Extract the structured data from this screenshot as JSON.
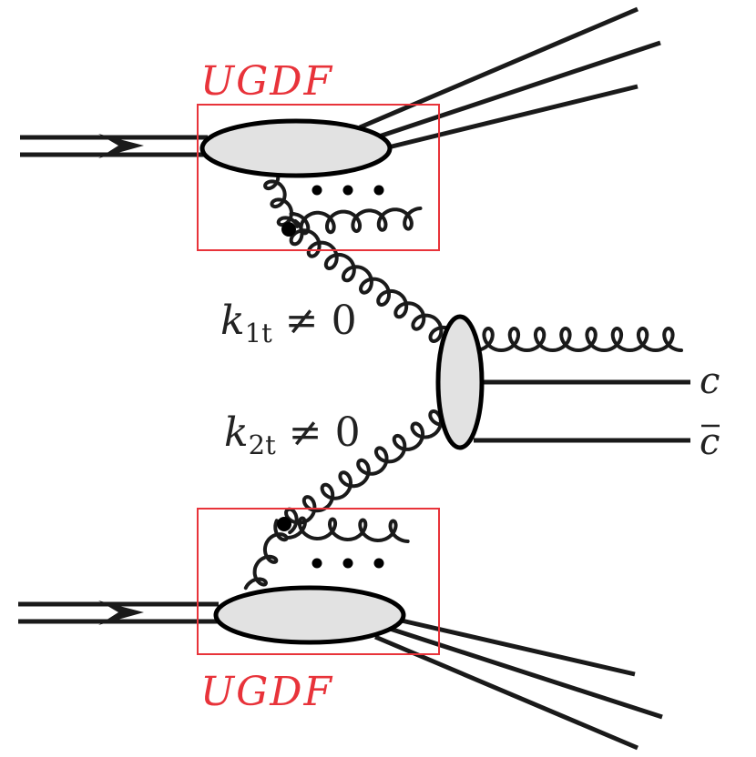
{
  "top_box_label": "UGDF",
  "bottom_box_label": "UGDF",
  "k1": {
    "symbol": "k",
    "subscript": "1t",
    "relation": " ≠ 0"
  },
  "k2": {
    "symbol": "k",
    "subscript": "2t",
    "relation": " ≠ 0"
  },
  "quark_label": "c",
  "antiquark_label": "c",
  "colors": {
    "box": "#e8333a",
    "blob_fill": "#e2e2e2",
    "line": "#1a1a1a"
  }
}
